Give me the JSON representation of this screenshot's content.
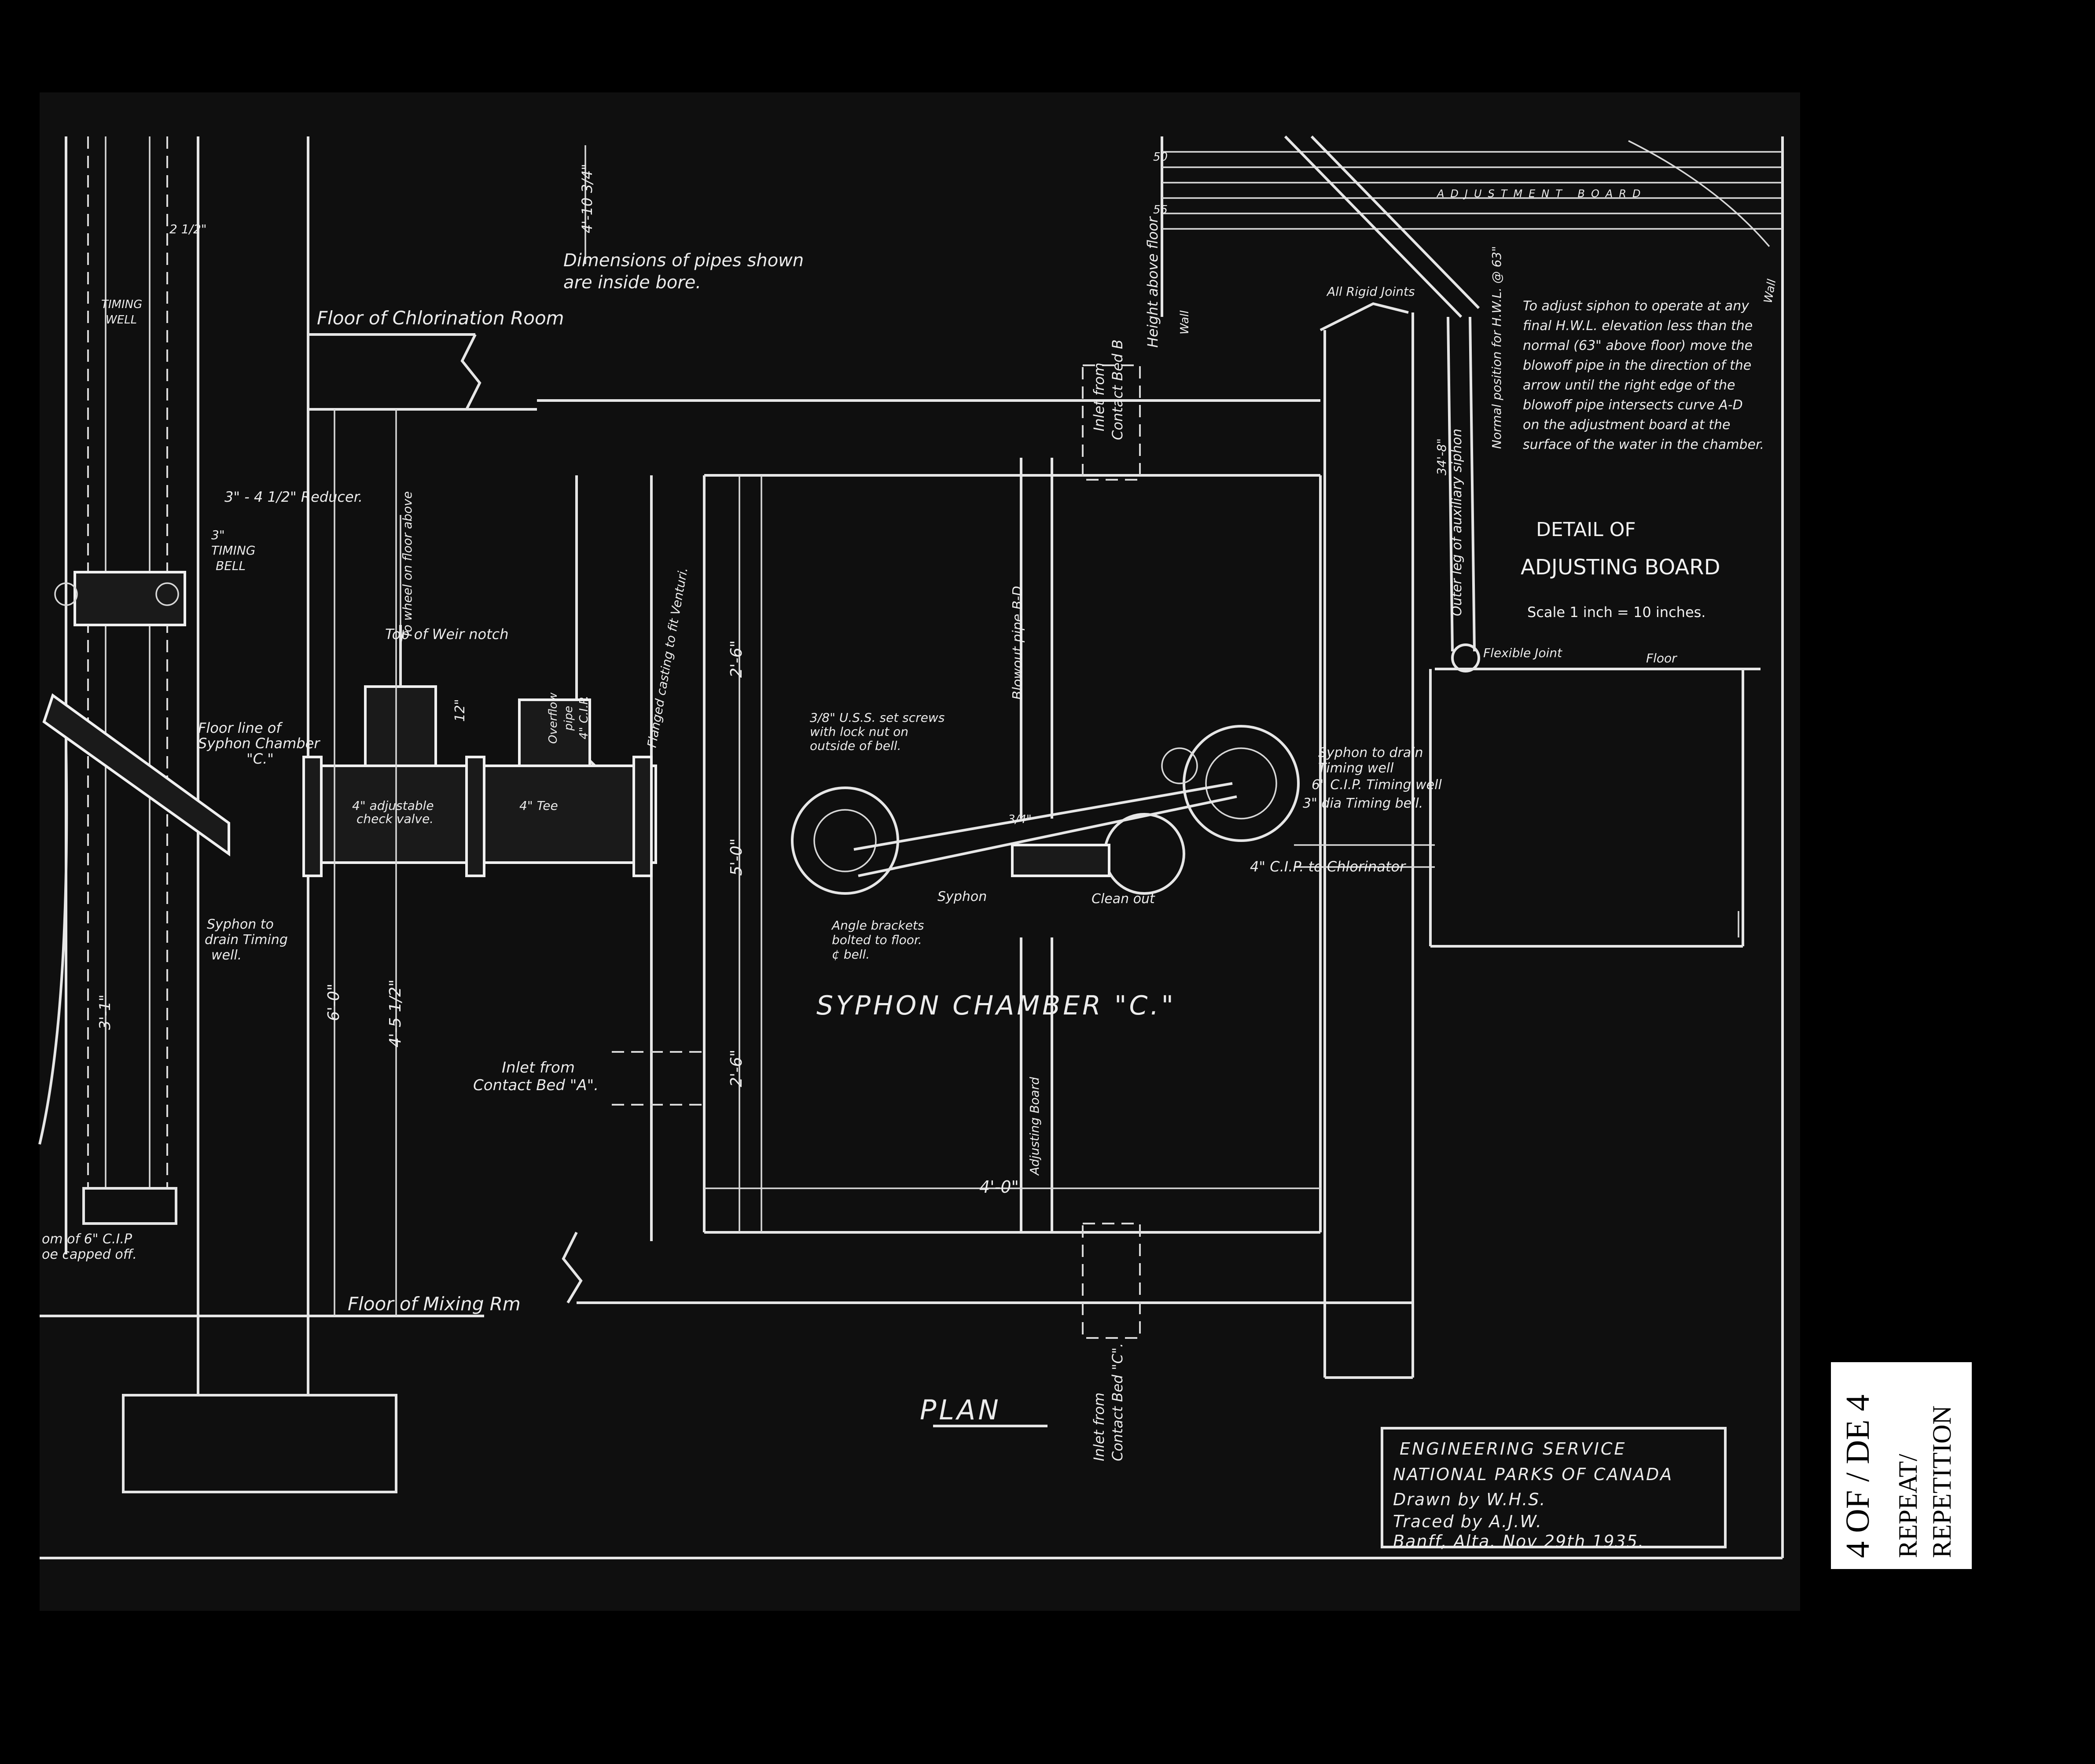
{
  "title": {
    "plan": "PLAN",
    "chamber": "SYPHON CHAMBER \"C.\""
  },
  "notes": {
    "dims_line1": "Dimensions of pipes shown",
    "dims_line2": "are inside bore.",
    "floor_chlorination": "Floor of Chlorination Room",
    "floor_mixing": "Floor of Mixing Rm",
    "floor_line_1": "Floor line of",
    "floor_line_2": "Syphon Chamber",
    "floor_line_3": "\"C.\"",
    "reducer": "3\" - 4 1/2\" Reducer.",
    "timing_bell_1": "3\"",
    "timing_bell_2": "TIMING",
    "timing_bell_3": "BELL",
    "timing_well_1": "TIMING",
    "timing_well_2": "WELL",
    "to_wheel": "To wheel on floor above",
    "weir_notch": "Top of Weir notch",
    "overflow_1": "Overflow",
    "overflow_2": "pipe",
    "overflow_3": "4\" C.I.P.",
    "flanged": "Flanged casting to fit Venturi.",
    "check_valve_1": "4\" adjustable",
    "check_valve_2": "check valve.",
    "tee": "4\" Tee",
    "syphon_drain_1": "Syphon to",
    "syphon_drain_2": "drain Timing",
    "syphon_drain_3": "well.",
    "capped_1": "om of 6\" C.I.P",
    "capped_2": "oe capped off.",
    "screws_1": "3/8\" U.S.S. set screws",
    "screws_2": "with lock nut on",
    "screws_3": "outside of bell.",
    "brackets_1": "Angle brackets",
    "brackets_2": "bolted to floor.",
    "brackets_3": "¢ bell.",
    "syphon": "Syphon",
    "clean_out": "Clean out",
    "syphon_drain_right_1": "Syphon to drain",
    "syphon_drain_right_2": "Timing well",
    "cip_timing": "6\" C.I.P. Timing well",
    "dia_timing": "3\" dia Timing bell.",
    "chlorinator": "4\" C.I.P. to Chlorinator",
    "blowout": "Blowout pipe B-D",
    "adjusting_board": "Adjusting Board",
    "inlet_a_1": "Inlet from",
    "inlet_a_2": "Contact Bed \"A\".",
    "inlet_b_1": "Inlet from",
    "inlet_b_2": "Contact Bed B",
    "inlet_c_1": "Inlet from",
    "inlet_c_2": "Contact Bed \"C\".",
    "height_floor": "Height above floor",
    "all_rigid": "All Rigid Joints",
    "flexible": "Flexible Joint",
    "floor_short": "Floor",
    "wall": "Wall",
    "adj_board_label": "ADJUSTMENT BOARD",
    "outer_leg": "Outer leg of auxiliary siphon",
    "normal_position": "Normal position for H.W.L. @ 63\"",
    "tick_50": "50",
    "tick_55": "55"
  },
  "instructions": [
    "To adjust siphon to operate at any",
    "final H.W.L. elevation less than the",
    "normal (63\" above floor) move the",
    "blowoff pipe in the direction of the",
    "arrow until the right edge of the",
    "blowoff pipe intersects curve A-D",
    "on the adjustment board at the",
    "surface of the water in the chamber."
  ],
  "detail": {
    "line1": "DETAIL OF",
    "line2": "ADJUSTING BOARD",
    "scale": "Scale 1 inch = 10 inches."
  },
  "dimensions": {
    "d_2_6_top": "2'-6\"",
    "d_5_0": "5'-0\"",
    "d_2_6_bot": "2'-6\"",
    "d_4_0": "4'-0\"",
    "d_6_0": "6'-0\"",
    "d_4_5": "4'-5 1/2\"",
    "d_3_1": "3'-1\"",
    "d_4_10": "4'-10 3/4\"",
    "d_12": "12\"",
    "d_2_half": "2 1/2\"",
    "d_3_4": "3/4\"",
    "d_34_8": "34'-8\""
  },
  "title_block": {
    "line1": "ENGINEERING SERVICE",
    "line2": "NATIONAL PARKS OF CANADA",
    "line3": "Drawn by W.H.S.",
    "line4": "Traced by A.J.W.",
    "line5": "Banff, Alta.  Nov 29th 1935."
  },
  "stamp": {
    "line1": "4 OF / DE 4",
    "line2": "REPEAT/",
    "line3": "REPETITION"
  }
}
